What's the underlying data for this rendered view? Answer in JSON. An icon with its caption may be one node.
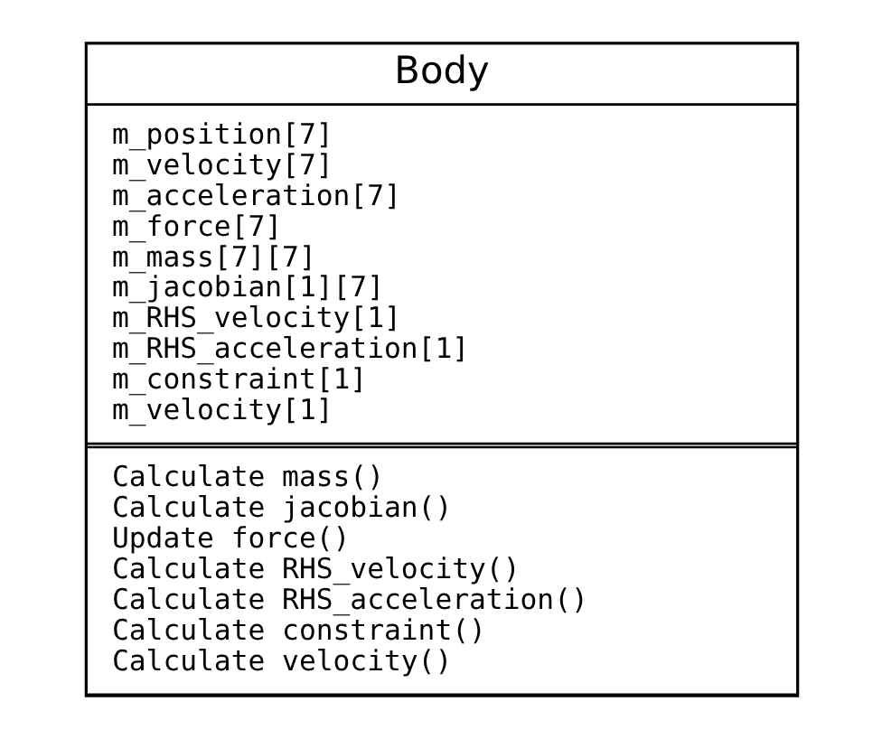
{
  "diagram": {
    "nodes": [
      {
        "text": [
          "Body"
        ]
      },
      {
        "text": [
          "m_position[7]",
          "m_velocity[7]",
          "m_acceleration[7]",
          "m_force[7]",
          "m_mass[7][7]",
          "m_jacobian[1][7]",
          "m_RHS_velocity[1]",
          "m_RHS_acceleration[1]",
          "m_constraint[1]",
          "m_velocity[1]"
        ],
        "in": 0
      },
      {
        "text": [
          "Calculate mass()",
          "Calculate jacobian()",
          "Update force()",
          "Calculate RHS_velocity()",
          "Calculate RHS_acceleration()",
          "Calculate constraint()",
          "Calculate velocity()"
        ],
        "in": 0
      }
    ],
    "edges": []
  }
}
